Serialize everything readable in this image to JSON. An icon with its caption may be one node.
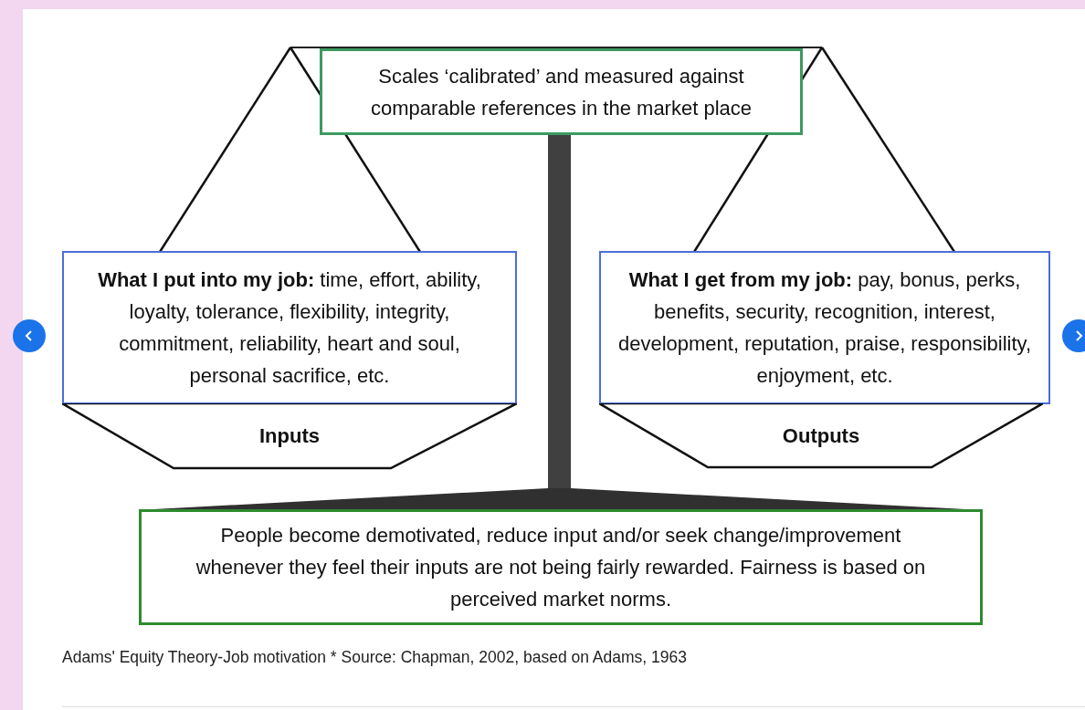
{
  "diagram": {
    "caption": "Adams' Equity Theory-Job motivation * Source: Chapman, 2002, based on Adams, 1963",
    "nodes": [
      {
        "text": [
          "Scales ‘calibrated’ and measured against comparable references in the market place"
        ]
      },
      {
        "text": [
          "**What I put into my job:** time, effort, ability, loyalty, tolerance, flexibility, integrity, commitment, reliability, heart and soul, personal sacrifice, etc."
        ]
      },
      {
        "text": [
          "**What I get from my job:** pay, bonus, perks, benefits, security, recognition, interest, development, reputation, praise, responsibility, enjoyment, etc."
        ]
      },
      {
        "text": [
          "Inputs"
        ]
      },
      {
        "text": [
          "Outputs"
        ]
      },
      {
        "text": [
          "People become demotivated, reduce input and/or seek change/improvement whenever they feel their inputs are not being fairly rewarded.  Fairness is based on perceived market norms."
        ]
      }
    ],
    "edges": []
  }
}
